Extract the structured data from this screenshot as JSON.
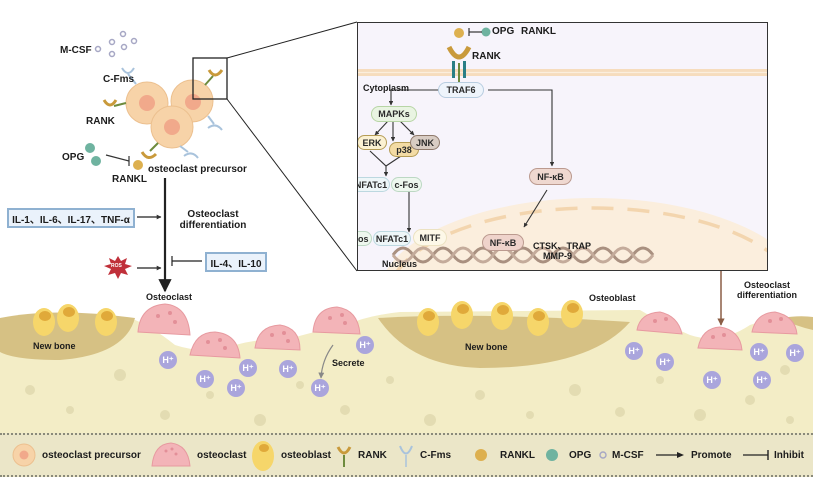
{
  "colors": {
    "precursor_fill": "#f7d3a8",
    "precursor_nucleus": "#f1a98b",
    "osteoclast_fill": "#f3b4b8",
    "osteoblast_fill": "#f6d66a",
    "rank": "#c99a3b",
    "rank_stem": "#6e8b3d",
    "cfms": "#a9c3dc",
    "rankl": "#ddb04f",
    "opg": "#6fb3a0",
    "mcsf": "#a6a7c4",
    "bone_matrix": "#f3edc6",
    "new_bone": "#d6c184",
    "h_ion": "#aaa5dc",
    "ros": "#c0303a",
    "membrane": "#f6dcbd",
    "nucleus": "#fbeedd",
    "dna": "#a99080",
    "arrow_brown": "#8b5e46"
  },
  "left_panel": {
    "mcsf_label": "M-CSF",
    "cfms_label": "C-Fms",
    "rank_label": "RANK",
    "opg_label": "OPG",
    "rankl_label": "RANKL",
    "precursor_label": "osteoclast precursor",
    "promoters_box": "IL-1、IL-6、IL-17、TNF-α",
    "inhibitors_box": "IL-4、IL-10",
    "ros_label": "ROS",
    "differentiation_label_1": "Osteoclast",
    "differentiation_label_2": "differentiation",
    "osteoclast_label": "Osteoclast"
  },
  "inset": {
    "rankl_label": "RANKL",
    "opg_label": "OPG",
    "rank_label": "RANK",
    "cytoplasm_label": "Cytoplasm",
    "nucleus_label": "Nucleus",
    "traf6": "TRAF6",
    "mapks": "MAPKs",
    "erk": "ERK",
    "p38": "p38",
    "jnk": "JNK",
    "nfatc1": "NFATc1",
    "cfos": "c-Fos",
    "nfkb_cyto": "NF-κB",
    "nuc_cfos": "c-Fos",
    "nuc_nfatc1": "NFATc1",
    "nuc_mitf": "MITF",
    "nuc_nfkb": "NF-κB",
    "targets_1": "CTSK、TRAP",
    "targets_2": "MMP-9"
  },
  "right_side": {
    "differentiation_label_1": "Osteoclast",
    "differentiation_label_2": "differentiation"
  },
  "bone": {
    "new_bone_left": "New bone",
    "new_bone_center": "New bone",
    "osteoblast_label": "Osteoblast",
    "secrete_label": "Secrete",
    "h_ion_label": "H⁺"
  },
  "legend": {
    "items": [
      {
        "icon": "osteoclast-precursor-icon",
        "label": "osteoclast precursor"
      },
      {
        "icon": "osteoclast-icon",
        "label": "osteoclast"
      },
      {
        "icon": "osteoblast-icon",
        "label": "osteoblast"
      },
      {
        "icon": "rank-receptor-icon",
        "label": "RANK"
      },
      {
        "icon": "cfms-receptor-icon",
        "label": "C-Fms"
      },
      {
        "icon": "rankl-dot-icon",
        "label": "RANKL"
      },
      {
        "icon": "opg-dot-icon",
        "label": "OPG"
      },
      {
        "icon": "mcsf-dot-icon",
        "label": "M-CSF"
      },
      {
        "icon": "promote-arrow-icon",
        "label": "Promote"
      },
      {
        "icon": "inhibit-bar-icon",
        "label": "Inhibit"
      }
    ]
  }
}
